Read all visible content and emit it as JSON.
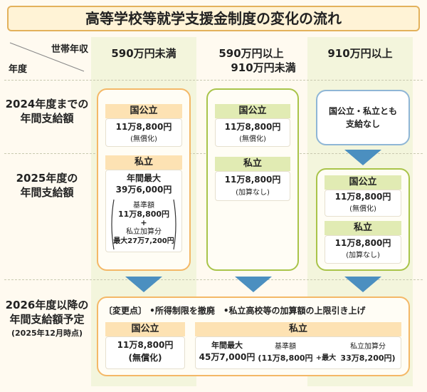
{
  "title": "高等学校等就学支援金制度の変化の流れ",
  "header": {
    "income_label": "世帯年収",
    "year_label": "年度",
    "col_a": "590万円未満",
    "col_b_line1": "590万円以上",
    "col_b_line2": "910万円未満",
    "col_c": "910万円以上"
  },
  "rows": {
    "r2024_line1": "2024年度までの",
    "r2024_line2": "年間支給額",
    "r2025_line1": "2025年度の",
    "r2025_line2": "年間支給額",
    "r2026_line1": "2026年度以降の",
    "r2026_line2": "年間支給額予定",
    "r2026_note": "(2025年12月時点)"
  },
  "col_a": {
    "public_tag": "国公立",
    "public_amount": "11万8,800円",
    "public_note": "(無償化)",
    "private_tag": "私立",
    "private_max_label": "年間最大",
    "private_max_amount": "39万6,000円",
    "base_label": "基準額",
    "base_amount": "11万8,800円",
    "plus": "+",
    "add_label": "私立加算分",
    "add_amount": "最大27万7,200円"
  },
  "col_b": {
    "public_tag": "国公立",
    "public_amount": "11万8,800円",
    "public_note": "(無償化)",
    "private_tag": "私立",
    "private_amount": "11万8,800円",
    "private_note": "(加算なし)"
  },
  "col_c": {
    "none_line1": "国公立・私立とも",
    "none_line2": "支給なし",
    "public_tag": "国公立",
    "public_amount": "11万8,800円",
    "public_note": "(無償化)",
    "private_tag": "私立",
    "private_amount": "11万8,800円",
    "private_note": "(加算なし)"
  },
  "future": {
    "changes": "〔変更点〕 •所得制限を撤廃　•私立高校等の加算額の上限引き上げ",
    "public_tag": "国公立",
    "public_amount": "11万8,800円",
    "public_note": "(無償化)",
    "private_tag": "私立",
    "max_label": "年間最大",
    "max_amount": "45万7,000円",
    "base_label": "基準額",
    "base_amount": "(11万8,800円",
    "plus": "+最大",
    "add_label": "私立加算分",
    "add_amount": "33万8,200円)"
  },
  "colors": {
    "orange": "#f4b867",
    "green": "#a9c44a",
    "blue": "#8fb6d6",
    "arrow": "#4b8fc0"
  }
}
